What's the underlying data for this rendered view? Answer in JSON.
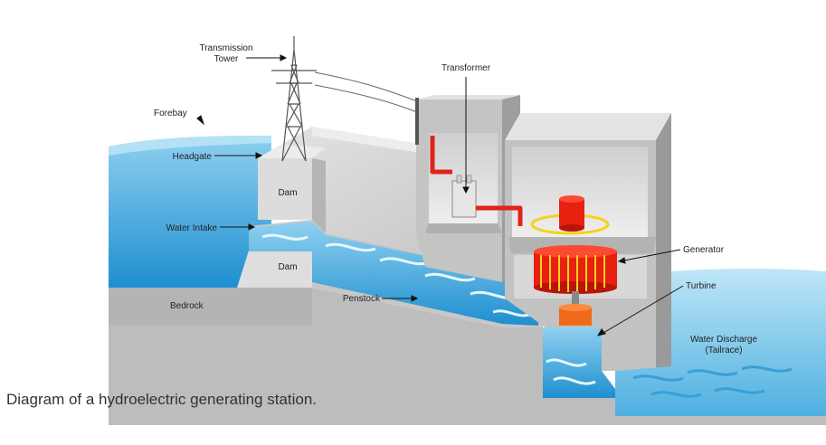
{
  "labels": {
    "transmission_tower": [
      "Transmission",
      "Tower"
    ],
    "forebay": "Forebay",
    "headgate": "Headgate",
    "dam_upper": "Dam",
    "water_intake": "Water Intake",
    "dam_lower": "Dam",
    "bedrock": "Bedrock",
    "penstock": "Penstock",
    "transformer": "Transformer",
    "generator": "Generator",
    "turbine": "Turbine",
    "water_discharge": [
      "Water Discharge",
      "(Tailrace)"
    ]
  },
  "caption": "Diagram of a hydroelectric generating station.",
  "colors": {
    "water": "#3aa6dc",
    "water_light": "#8fd0f0",
    "concrete": "#d3d3d3",
    "concrete_dark": "#a9a9a9",
    "bedrock": "#b8b8b8",
    "generator_red": "#e8200f",
    "turbine_orange": "#ee6a1a",
    "cable_red": "#e0241a"
  }
}
